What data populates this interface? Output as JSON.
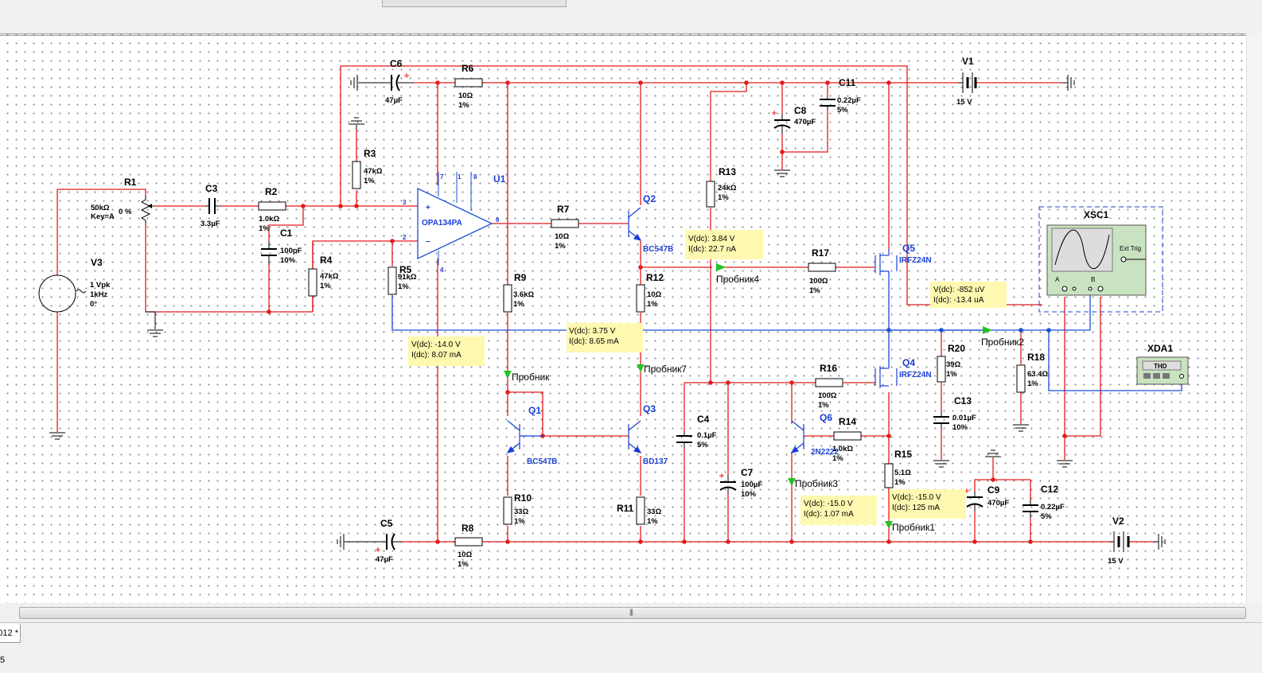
{
  "window": {
    "tab_label": "012 *",
    "status_text": "5"
  },
  "components": {
    "R1": {
      "name": "R1",
      "v1": "50kΩ",
      "v2": "Key=A",
      "v3": "0 %"
    },
    "R2": {
      "name": "R2",
      "v1": "1.0kΩ",
      "v2": "1%"
    },
    "R3": {
      "name": "R3",
      "v1": "47kΩ",
      "v2": "1%"
    },
    "R4": {
      "name": "R4",
      "v1": "47kΩ",
      "v2": "1%"
    },
    "R5": {
      "name": "R5",
      "v1": "91kΩ",
      "v2": "1%"
    },
    "R6": {
      "name": "R6",
      "v1": "10Ω",
      "v2": "1%"
    },
    "R7": {
      "name": "R7",
      "v1": "10Ω",
      "v2": "1%"
    },
    "R8": {
      "name": "R8",
      "v1": "10Ω",
      "v2": "1%"
    },
    "R9": {
      "name": "R9",
      "v1": "3.6kΩ",
      "v2": "1%"
    },
    "R10": {
      "name": "R10",
      "v1": "33Ω",
      "v2": "1%"
    },
    "R11": {
      "name": "R11",
      "v1": "33Ω",
      "v2": "1%"
    },
    "R12": {
      "name": "R12",
      "v1": "10Ω",
      "v2": "1%"
    },
    "R13": {
      "name": "R13",
      "v1": "24kΩ",
      "v2": "1%"
    },
    "R14": {
      "name": "R14",
      "v1": "1.0kΩ",
      "v2": "1%"
    },
    "R15": {
      "name": "R15",
      "v1": "5.1Ω",
      "v2": "1%"
    },
    "R16": {
      "name": "R16",
      "v1": "100Ω",
      "v2": "1%"
    },
    "R17": {
      "name": "R17",
      "v1": "100Ω",
      "v2": "1%"
    },
    "R18": {
      "name": "R18",
      "v1": "63.4Ω",
      "v2": "1%"
    },
    "R20": {
      "name": "R20",
      "v1": "39Ω",
      "v2": "1%"
    },
    "C1": {
      "name": "C1",
      "v1": "100pF",
      "v2": "10%"
    },
    "C3": {
      "name": "C3",
      "v1": "3.3µF"
    },
    "C4": {
      "name": "C4",
      "v1": "0.1µF",
      "v2": "5%"
    },
    "C5": {
      "name": "C5",
      "v1": "47µF"
    },
    "C6": {
      "name": "C6",
      "v1": "47µF"
    },
    "C7": {
      "name": "C7",
      "v1": "100µF",
      "v2": "10%"
    },
    "C8": {
      "name": "C8",
      "v1": "470µF"
    },
    "C9": {
      "name": "C9",
      "v1": "470µF"
    },
    "C11": {
      "name": "C11",
      "v1": "0.22µF",
      "v2": "5%"
    },
    "C12": {
      "name": "C12",
      "v1": "0.22µF",
      "v2": "5%"
    },
    "C13": {
      "name": "C13",
      "v1": "0.01µF",
      "v2": "10%"
    },
    "V1": {
      "name": "V1",
      "v1": "15 V"
    },
    "V2": {
      "name": "V2",
      "v1": "15 V"
    },
    "V3": {
      "name": "V3",
      "v1": "1 Vpk",
      "v2": "1kHz",
      "v3": "0°"
    },
    "U1": {
      "name": "U1",
      "part": "OPA134PA",
      "pin3": "3",
      "pin2": "2",
      "pin6": "6",
      "pin7": "7",
      "pin4": "4",
      "pin1": "1",
      "pin8": "8",
      "plus": "+",
      "minus": "−"
    },
    "Q1": {
      "name": "Q1",
      "part": "BC547B"
    },
    "Q2": {
      "name": "Q2",
      "part": "BC547B"
    },
    "Q3": {
      "name": "Q3",
      "part": "BD137"
    },
    "Q4": {
      "name": "Q4",
      "part": "IRFZ24N"
    },
    "Q5": {
      "name": "Q5",
      "part": "IRFZ24N"
    },
    "Q6": {
      "name": "Q6",
      "part": "2N2222"
    },
    "XSC1": {
      "name": "XSC1",
      "ext": "Ext Trig",
      "a": "A",
      "b": "B"
    },
    "XDA1": {
      "name": "XDA1",
      "screen": "THD"
    }
  },
  "probes": [
    {
      "label": "Пробник4"
    },
    {
      "label": "Пробник2"
    },
    {
      "label": "Пробник7"
    },
    {
      "label": "Пробник"
    },
    {
      "label": "Пробник3"
    },
    {
      "label": "Пробник1"
    }
  ],
  "meters": [
    {
      "v": "V(dc): 3.84 V",
      "i": "I(dc): 22.7 nA"
    },
    {
      "v": "V(dc): -852 uV",
      "i": "I(dc): -13.4 uA"
    },
    {
      "v": "V(dc): 3.75 V",
      "i": "I(dc): 8.65 mA"
    },
    {
      "v": "V(dc): -14.0 V",
      "i": "I(dc): 8.07 mA"
    },
    {
      "v": "V(dc): -15.0 V",
      "i": "I(dc): 1.07 mA"
    },
    {
      "v": "V(dc): -15.0 V",
      "i": "I(dc): 125 mA"
    }
  ],
  "colors": {
    "wire": "#e31b1b",
    "probe_wire": "#1a4fd6",
    "meter_bg": "#fff8b0",
    "part_label": "#1a3fd6"
  }
}
